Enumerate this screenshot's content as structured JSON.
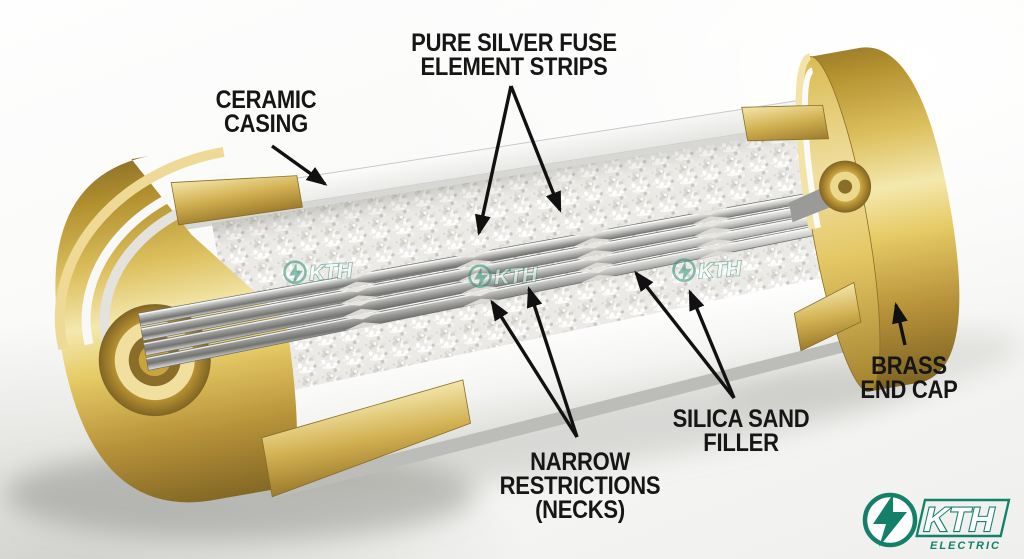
{
  "labels": {
    "fuse_elements": {
      "line1": "PURE SILVER FUSE",
      "line2": "ELEMENT STRIPS"
    },
    "ceramic": {
      "line1": "CERAMIC",
      "line2": "CASING"
    },
    "brass": {
      "line1": "BRASS",
      "line2": "END CAP"
    },
    "silica": {
      "line1": "SILICA SAND",
      "line2": "FILLER"
    },
    "necks": {
      "line1": "NARROW",
      "line2": "RESTRICTIONS",
      "line3": "(NECKS)"
    }
  },
  "watermark": {
    "text": "KTH"
  },
  "logo": {
    "brand": "KTH",
    "subtitle": "ELECTRIC"
  },
  "colors": {
    "brass": "#d6b654",
    "brass_dark": "#8c6f28",
    "ceramic_white": "#f4f4f2",
    "silver": "#989896",
    "sand": "#eceae6",
    "label_text": "#161616",
    "logo_teal": "#15806a",
    "watermark_green": "#2c9077"
  }
}
